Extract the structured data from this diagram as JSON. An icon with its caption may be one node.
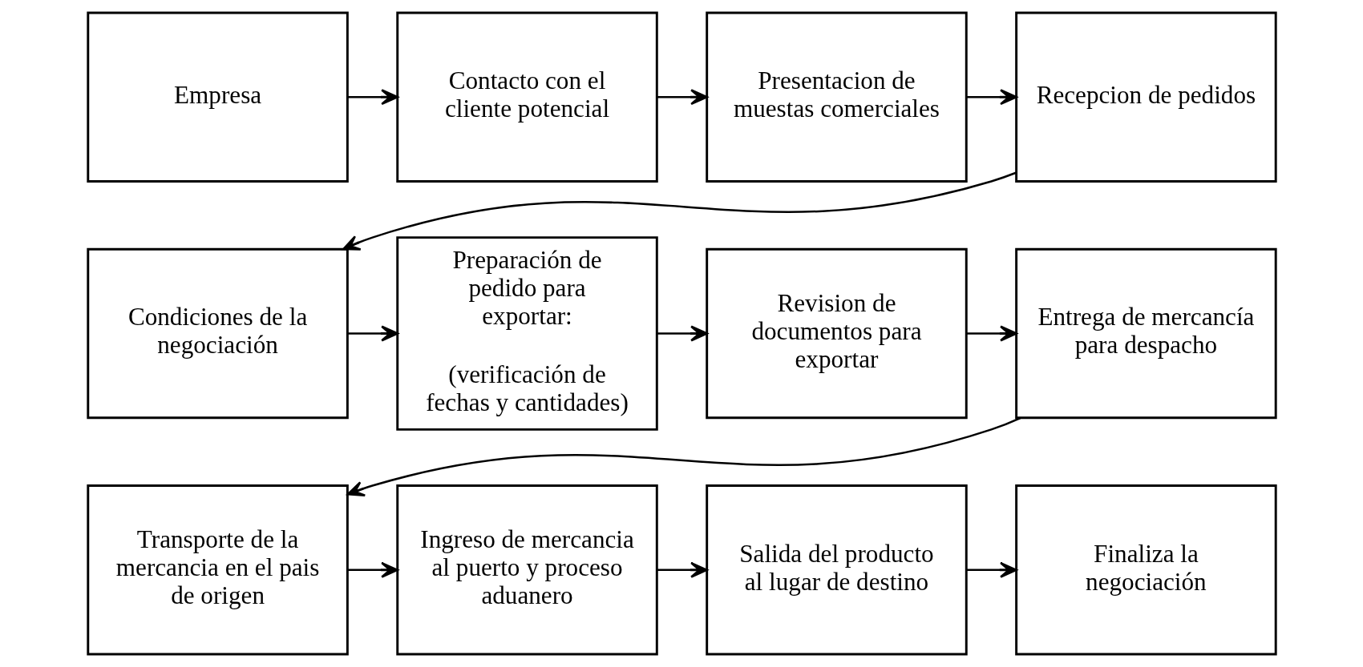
{
  "diagram": {
    "nodes": [
      {
        "text": [
          "Empresa"
        ]
      },
      {
        "text": [
          "Contacto con el cliente potencial"
        ]
      },
      {
        "text": [
          "Presentacion de muestas comerciales"
        ]
      },
      {
        "text": [
          "Recepcion de pedidos"
        ]
      },
      {
        "text": [
          "Condiciones de la negociación"
        ]
      },
      {
        "text": [
          "Preparación de pedido para exportar:",
          "(verificación de fechas y cantidades)"
        ]
      },
      {
        "text": [
          "Revision de documentos para exportar"
        ]
      },
      {
        "text": [
          "Entrega de mercancía para despacho"
        ]
      },
      {
        "text": [
          "Transporte de la mercancia en el pais de origen"
        ]
      },
      {
        "text": [
          "Ingreso de mercancia al puerto y proceso aduanero"
        ]
      },
      {
        "text": [
          "Salida del producto al lugar de destino"
        ]
      },
      {
        "text": [
          "Finaliza la negociación"
        ]
      }
    ],
    "edges": [
      {
        "from": 0,
        "to": 1,
        "arrow": "to"
      },
      {
        "from": 1,
        "to": 2,
        "arrow": "to"
      },
      {
        "from": 2,
        "to": 3,
        "arrow": "to"
      },
      {
        "from": 3,
        "to": 4,
        "arrow": "to"
      },
      {
        "from": 4,
        "to": 5,
        "arrow": "to"
      },
      {
        "from": 5,
        "to": 6,
        "arrow": "to"
      },
      {
        "from": 6,
        "to": 7,
        "arrow": "to"
      },
      {
        "from": 7,
        "to": 8,
        "arrow": "to"
      },
      {
        "from": 8,
        "to": 9,
        "arrow": "to"
      },
      {
        "from": 9,
        "to": 10,
        "arrow": "to"
      },
      {
        "from": 10,
        "to": 11,
        "arrow": "to"
      }
    ]
  }
}
